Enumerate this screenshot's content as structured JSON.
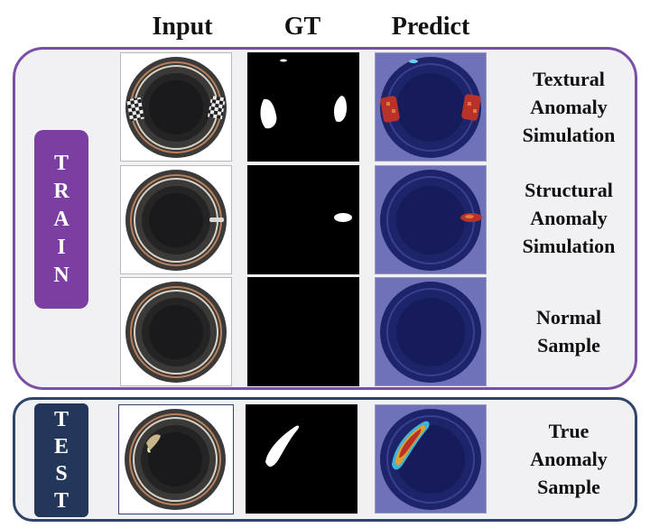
{
  "columns": {
    "input": "Input",
    "gt": "GT",
    "predict": "Predict"
  },
  "groups": {
    "train": {
      "label_letters": [
        "T",
        "R",
        "A",
        "I",
        "N"
      ]
    },
    "test": {
      "label_letters": [
        "T",
        "E",
        "S",
        "T"
      ]
    }
  },
  "rows": [
    {
      "label_lines": [
        "Textural",
        "Anomaly",
        "Simulation"
      ]
    },
    {
      "label_lines": [
        "Structural",
        "Anomaly",
        "Simulation"
      ]
    },
    {
      "label_lines": [
        "Normal",
        "Sample"
      ]
    },
    {
      "label_lines": [
        "True",
        "Anomaly",
        "Sample"
      ]
    }
  ],
  "colors": {
    "train_accent": "#7b3fa2",
    "test_accent": "#22375a",
    "prediction_background": "#6f72b8",
    "anomaly_heat": "#c0392b"
  }
}
